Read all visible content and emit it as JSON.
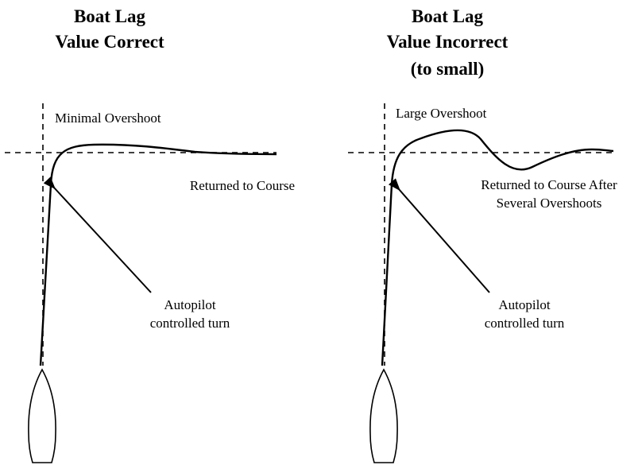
{
  "left_panel": {
    "title_line1": "Boat Lag",
    "title_line2": "Value Correct",
    "overshoot_label": "Minimal Overshoot",
    "course_label": "Returned to Course",
    "turn_label_line1": "Autopilot",
    "turn_label_line2": "controlled turn"
  },
  "right_panel": {
    "title_line1": "Boat Lag",
    "title_line2": "Value Incorrect",
    "title_line3": "(to small)",
    "overshoot_label": "Large Overshoot",
    "course_label_line1": "Returned to Course After",
    "course_label_line2": "Several Overshoots",
    "turn_label_line1": "Autopilot",
    "turn_label_line2": "controlled turn"
  },
  "colors": {
    "stroke": "#000000",
    "background": "#ffffff"
  }
}
